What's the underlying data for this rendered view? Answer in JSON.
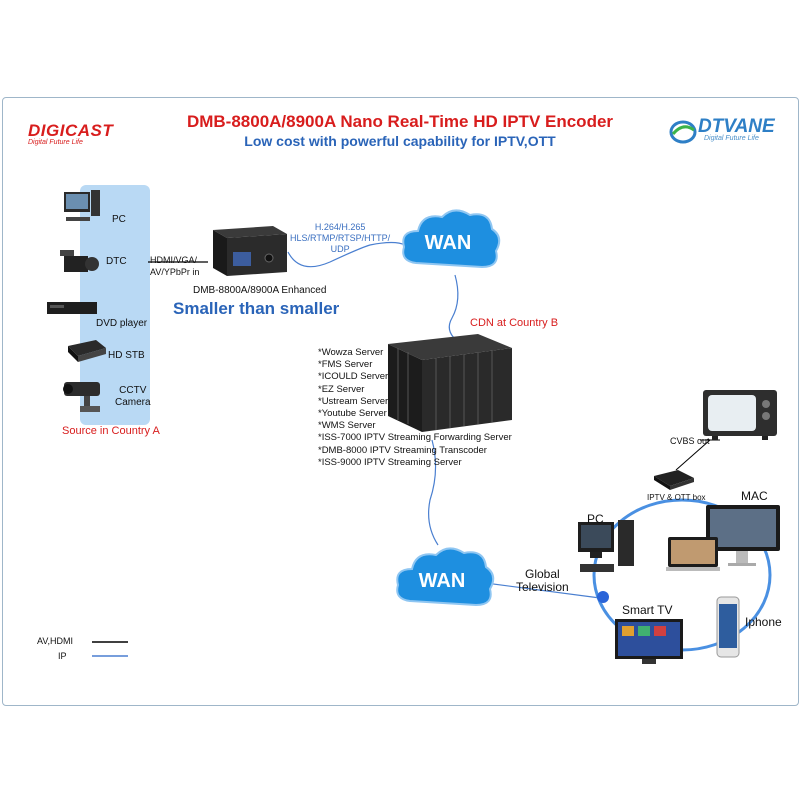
{
  "header": {
    "title": "DMB-8800A/8900A Nano Real-Time HD IPTV Encoder",
    "subtitle": "Low cost with powerful capability for IPTV,OTT"
  },
  "brands": {
    "left": {
      "name": "DIGICAST",
      "tagline": "Digital Future Life"
    },
    "right": {
      "name": "DTVANE",
      "tagline": "Digital Future Life"
    }
  },
  "sources": {
    "items": [
      {
        "label": "PC",
        "icon": "desktop-pc-icon"
      },
      {
        "label": "DTC",
        "icon": "video-camera-icon"
      },
      {
        "label": "DVD player",
        "icon": "dvd-player-icon"
      },
      {
        "label": "HD STB",
        "icon": "set-top-box-icon"
      },
      {
        "label": "CCTV\nCamera",
        "icon": "cctv-camera-icon"
      }
    ],
    "region_label": "Source in Country A"
  },
  "connections": {
    "input_label": "HDMI/VGA/\nAV/YPbPr in",
    "protocols": "H.264/H.265\nHLS/RTMP/RTSP/HTTP/\nUDP"
  },
  "encoder": {
    "label": "DMB-8800A/8900A Enhanced",
    "slogan": "Smaller than smaller"
  },
  "network": {
    "wan_top": "WAN",
    "wan_bottom": "WAN",
    "cdn_label": "CDN at Country B",
    "servers": [
      "*Wowza Server",
      "*FMS Server",
      "*ICOULD Server",
      "*EZ Server",
      "*Ustream Server",
      "*Youtube Server",
      "*WMS Server",
      "*ISS-7000 IPTV Streaming Forwarding Server",
      "*DMB-8000 IPTV Streaming Transcoder",
      "*ISS-9000 IPTV Streaming Server"
    ]
  },
  "destinations": {
    "global_tv": "Global\nTelevision",
    "pc": "PC",
    "mac": "MAC",
    "smart_tv": "Smart TV",
    "iphone": "Iphone",
    "ott_box": "IPTV & OTT box",
    "cvbs": "CVBS out"
  },
  "legend": {
    "av_hdmi": "AV,HDMI",
    "ip": "IP",
    "colors": {
      "av_hdmi": "#000000",
      "ip": "#4a7fd0"
    }
  }
}
